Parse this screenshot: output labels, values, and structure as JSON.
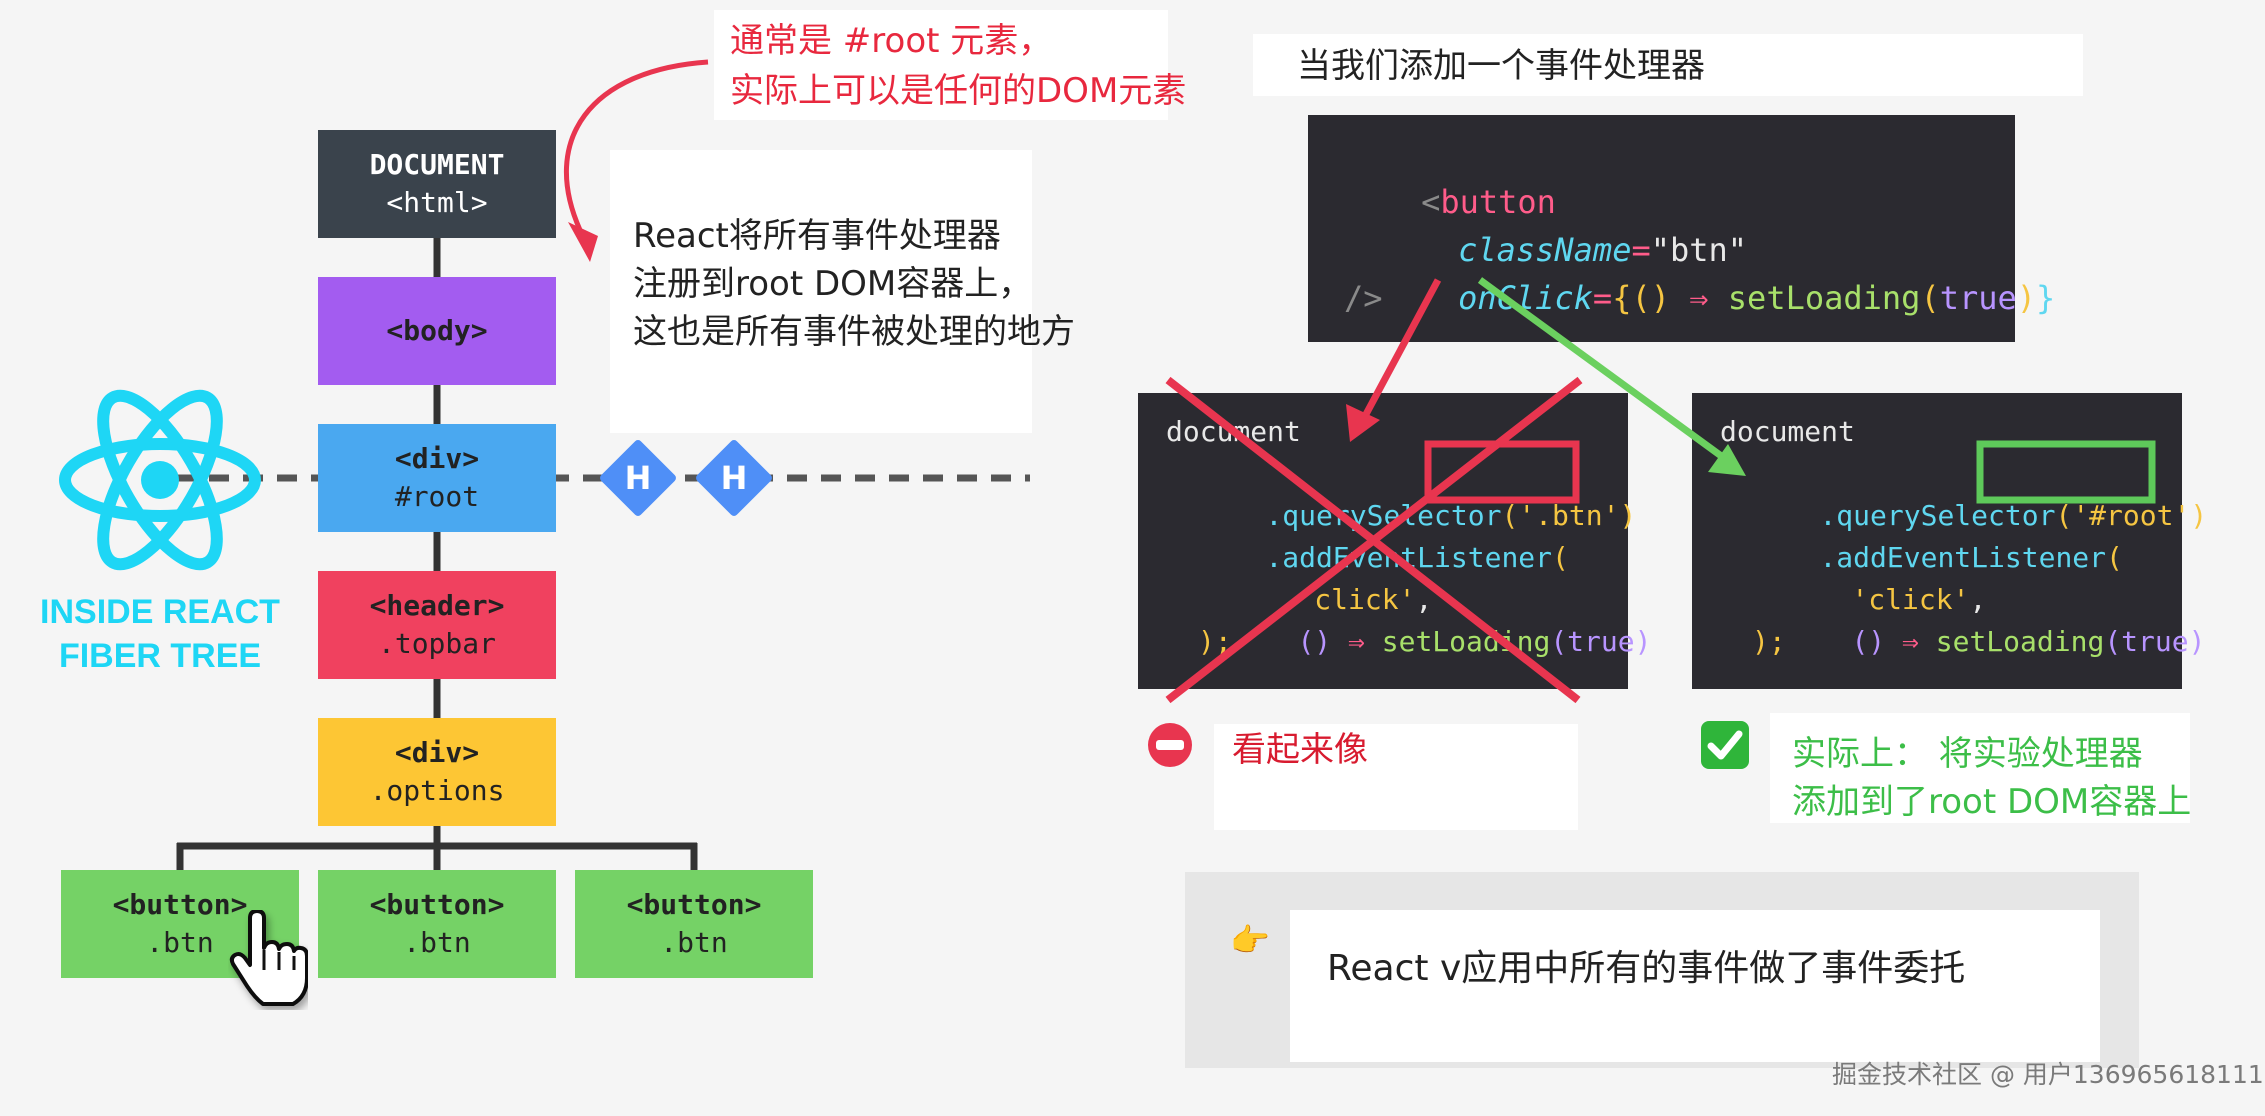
{
  "tree": {
    "nodes": [
      {
        "tag": "DOCUMENT",
        "sub": "<html>",
        "color": "#3a434c",
        "text_color": "#ffffff"
      },
      {
        "tag": "<body>",
        "sub": "",
        "color": "#a35cf0",
        "text_color": "#222222"
      },
      {
        "tag": "<div>",
        "sub": "#root",
        "color": "#4aa8f0",
        "text_color": "#222222"
      },
      {
        "tag": "<header>",
        "sub": ".topbar",
        "color": "#f0415f",
        "text_color": "#222222"
      },
      {
        "tag": "<div>",
        "sub": ".options",
        "color": "#fdc634",
        "text_color": "#222222"
      }
    ],
    "buttons": [
      {
        "tag": "<button>",
        "sub": ".btn",
        "color": "#75d266"
      },
      {
        "tag": "<button>",
        "sub": ".btn",
        "color": "#75d266"
      },
      {
        "tag": "<button>",
        "sub": ".btn",
        "color": "#75d266"
      }
    ]
  },
  "react_logo": {
    "label_line1": "INSIDE REACT",
    "label_line2": "FIBER TREE",
    "color": "#1ed6f5"
  },
  "handlers": [
    "H",
    "H"
  ],
  "root_note": {
    "line1": "通常是 #root 元素，",
    "line2": "实际上可以是任何的DOM元素"
  },
  "react_note": {
    "line1": "React将所有事件处理器",
    "line2": "注册到root DOM容器上，",
    "line3": "这也是所有事件被处理的地方"
  },
  "header_note": "当我们添加一个事件处理器",
  "jsx_code": {
    "line1_open": "<",
    "line1_tag": "button",
    "line2_attr": "className",
    "line2_eq": "=",
    "line2_val": "\"btn\"",
    "line3_attr": "onClick",
    "line3_eq": "=",
    "line3_brace_open": "{",
    "line3_parens": "()",
    "line3_arrow": "⇒",
    "line3_fn": "setLoading",
    "line3_paren_open": "(",
    "line3_arg": "true",
    "line3_paren_close": ")",
    "line3_brace_close": "}",
    "line4_close": "/>"
  },
  "wrong_code": {
    "line1": "document",
    "line2_method": ".querySelector",
    "line2_paren_open": "(",
    "line2_arg": "'.btn'",
    "line2_paren_close": ")",
    "line3_method": ".addEventListener",
    "line3_paren": "(",
    "line4_arg": "'click'",
    "line4_comma": ",",
    "line5_parens": "()",
    "line5_arrow": "⇒",
    "line5_fn": "setLoading",
    "line5_paren_open": "(",
    "line5_arg": "true",
    "line5_paren_close": ")",
    "line6": ");"
  },
  "right_code": {
    "line1": "document",
    "line2_method": ".querySelector",
    "line2_paren_open": "(",
    "line2_arg": "'#root'",
    "line2_paren_close": ")",
    "line3_method": ".addEventListener",
    "line3_paren": "(",
    "line4_arg": "'click'",
    "line4_comma": ",",
    "line5_parens": "()",
    "line5_arrow": "⇒",
    "line5_fn": "setLoading",
    "line5_paren_open": "(",
    "line5_arg": "true",
    "line5_paren_close": ")",
    "line6": ");"
  },
  "looks_like": "看起来像",
  "actually": {
    "line1": "实际上： 将实验处理器",
    "line2": "添加到了root DOM容器上"
  },
  "summary_icon": "👉",
  "summary": "React v应用中所有的事件做了事件委托",
  "watermark": "掘金技术社区 @ 用户136965618111"
}
